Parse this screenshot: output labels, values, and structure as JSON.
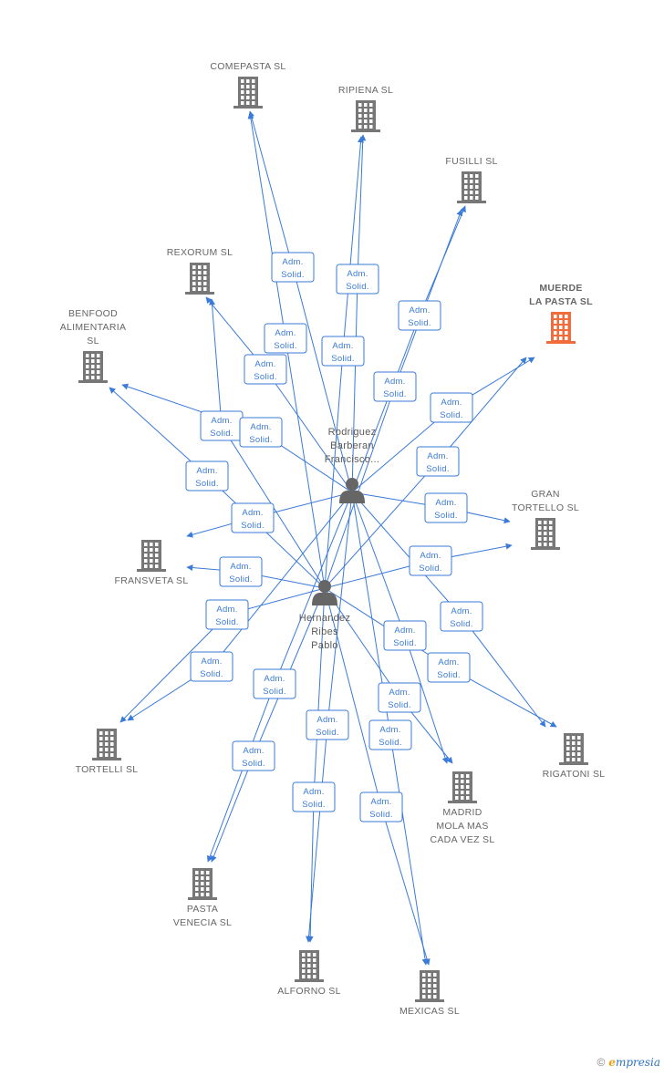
{
  "companies": [
    {
      "id": "comepasta",
      "lines": [
        "COMEPASTA SL"
      ]
    },
    {
      "id": "ripiena",
      "lines": [
        "RIPIENA SL"
      ]
    },
    {
      "id": "fusilli",
      "lines": [
        "FUSILLI SL"
      ]
    },
    {
      "id": "rexorum",
      "lines": [
        "REXORUM SL"
      ]
    },
    {
      "id": "muerde",
      "lines": [
        "MUERDE",
        "LA PASTA  SL"
      ],
      "highlight": true
    },
    {
      "id": "benfood",
      "lines": [
        "BENFOOD",
        "ALIMENTARIA",
        "SL"
      ]
    },
    {
      "id": "gran_tortello",
      "lines": [
        "GRAN",
        "TORTELLO SL"
      ]
    },
    {
      "id": "fransveta",
      "lines": [
        "FRANSVETA SL"
      ]
    },
    {
      "id": "tortelli",
      "lines": [
        "TORTELLI SL"
      ]
    },
    {
      "id": "rigatoni",
      "lines": [
        "RIGATONI SL"
      ]
    },
    {
      "id": "madrid",
      "lines": [
        "MADRID",
        "MOLA MAS",
        "CADA VEZ SL"
      ]
    },
    {
      "id": "pasta_venecia",
      "lines": [
        "PASTA",
        "VENECIA SL"
      ]
    },
    {
      "id": "alforno",
      "lines": [
        "ALFORNO SL"
      ]
    },
    {
      "id": "mexicas",
      "lines": [
        "MEXICAS SL"
      ]
    }
  ],
  "persons": [
    {
      "id": "rodriguez",
      "lines": [
        "Rodriguez",
        "Barberan",
        "Francisco..."
      ]
    },
    {
      "id": "hernandez",
      "lines": [
        "Hernandez",
        "Ribes",
        "Pablo"
      ]
    }
  ],
  "relation_label": [
    "Adm.",
    "Solid."
  ],
  "relations": [
    {
      "from": "rodriguez",
      "to": "comepasta"
    },
    {
      "from": "hernandez",
      "to": "comepasta"
    },
    {
      "from": "rodriguez",
      "to": "ripiena"
    },
    {
      "from": "hernandez",
      "to": "ripiena"
    },
    {
      "from": "rodriguez",
      "to": "fusilli"
    },
    {
      "from": "hernandez",
      "to": "fusilli"
    },
    {
      "from": "rodriguez",
      "to": "rexorum"
    },
    {
      "from": "hernandez",
      "to": "rexorum"
    },
    {
      "from": "rodriguez",
      "to": "muerde"
    },
    {
      "from": "hernandez",
      "to": "muerde"
    },
    {
      "from": "rodriguez",
      "to": "benfood"
    },
    {
      "from": "hernandez",
      "to": "benfood"
    },
    {
      "from": "rodriguez",
      "to": "gran_tortello"
    },
    {
      "from": "hernandez",
      "to": "gran_tortello"
    },
    {
      "from": "rodriguez",
      "to": "fransveta"
    },
    {
      "from": "hernandez",
      "to": "fransveta"
    },
    {
      "from": "rodriguez",
      "to": "tortelli"
    },
    {
      "from": "hernandez",
      "to": "tortelli"
    },
    {
      "from": "rodriguez",
      "to": "rigatoni"
    },
    {
      "from": "hernandez",
      "to": "rigatoni"
    },
    {
      "from": "rodriguez",
      "to": "madrid"
    },
    {
      "from": "hernandez",
      "to": "madrid"
    },
    {
      "from": "rodriguez",
      "to": "pasta_venecia"
    },
    {
      "from": "hernandez",
      "to": "pasta_venecia"
    },
    {
      "from": "rodriguez",
      "to": "alforno"
    },
    {
      "from": "hernandez",
      "to": "alforno"
    },
    {
      "from": "rodriguez",
      "to": "mexicas"
    },
    {
      "from": "hernandez",
      "to": "mexicas"
    }
  ],
  "colors": {
    "edge": "#3a7ad9",
    "building": "#777777",
    "building_highlight": "#f26b3a",
    "person": "#666666"
  },
  "footer": {
    "copyright": "©",
    "brand_initial": "e",
    "brand_rest": "mpresia"
  }
}
